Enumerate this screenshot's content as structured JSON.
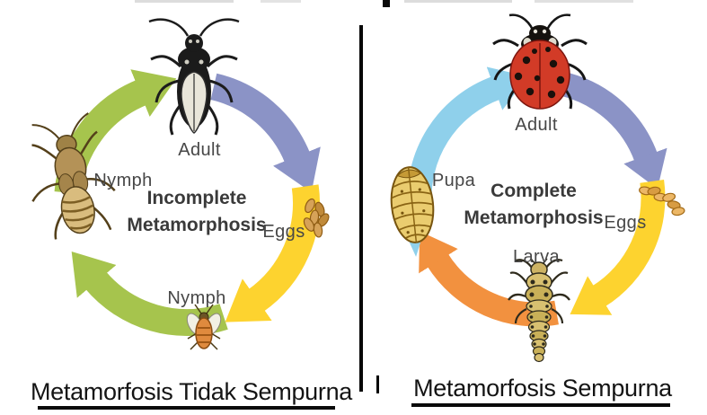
{
  "left": {
    "title_line1": "Incomplete",
    "title_line2": "Metamorphosis",
    "caption": "Metamorfosis Tidak Sempurna",
    "label_adult": "Adult",
    "label_nymph_side": "Nymph",
    "label_eggs": "Eggs",
    "label_nymph_bottom": "Nymph",
    "arrow_adult_to_eggs_color": "#8b93c6",
    "arrow_eggs_to_nymph_color": "#fdd32f",
    "arrow_nymph_to_nymph_color": "#a6c44d",
    "arrow_nymph_to_adult_color": "#a6c44d",
    "icon_adult": "true-bug-insect",
    "icon_nymph_side": "large-nymph-insect",
    "icon_eggs": "egg-cluster",
    "icon_nymph_bottom": "small-winged-nymph-insect"
  },
  "right": {
    "title_line1": "Complete",
    "title_line2": "Metamorphosis",
    "caption": "Metamorfosis Sempurna",
    "label_adult": "Adult",
    "label_pupa": "Pupa",
    "label_eggs": "Eggs",
    "label_larva": "Larva",
    "arrow_adult_to_eggs_color": "#8b93c6",
    "arrow_eggs_to_larva_color": "#fdd32f",
    "arrow_larva_to_pupa_color": "#f2913f",
    "arrow_pupa_to_adult_color": "#8fd0eb",
    "icon_adult": "ladybug-insect",
    "icon_pupa": "pupa-case",
    "icon_eggs": "egg-cluster",
    "icon_larva": "larva-insect"
  },
  "divider_color": "#060606",
  "illustration_colors": {
    "ladybug_red": "#d23b27",
    "bug_black": "#1b1b1b",
    "pupa_gold": "#eacc6f",
    "larva_tan": "#d8c070",
    "nymph_brown": "#d9bc7e",
    "egg_tan": "#d6a258"
  }
}
